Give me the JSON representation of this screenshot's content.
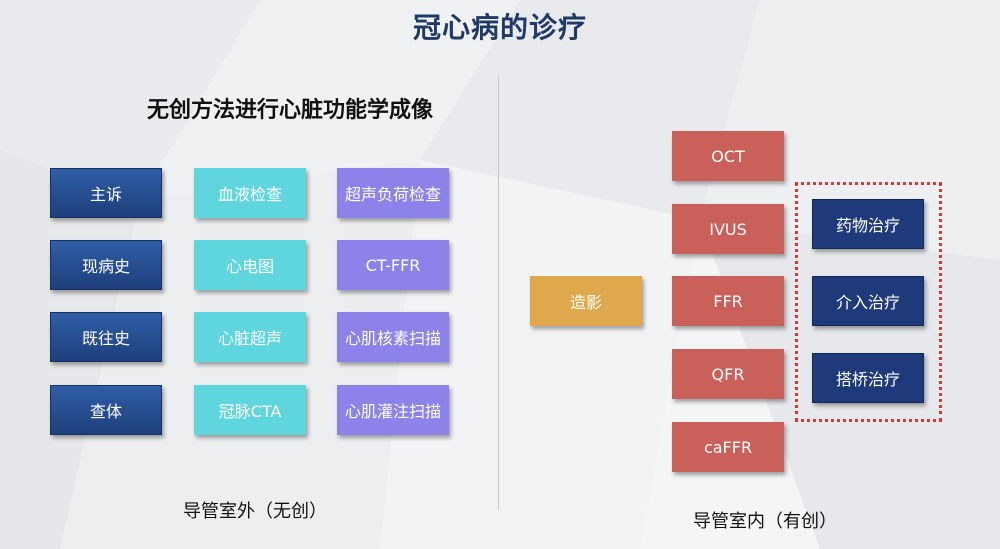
{
  "title": "冠心病的诊疗",
  "left": {
    "heading": "无创方法进行心脏功能学成像",
    "col1": [
      "主诉",
      "现病史",
      "既往史",
      "查体"
    ],
    "col2": [
      "血液检查",
      "心电图",
      "心脏超声",
      "冠脉CTA"
    ],
    "col3": [
      "超声负荷检查",
      "CT-FFR",
      "心肌核素扫描",
      "心肌灌注扫描"
    ],
    "caption": "导管室外（无创）"
  },
  "right": {
    "angiography": "造影",
    "tests": [
      "OCT",
      "IVUS",
      "FFR",
      "QFR",
      "caFFR"
    ],
    "treatments": [
      "药物治疗",
      "介入治疗",
      "搭桥治疗"
    ],
    "caption": "导管室内（有创）"
  },
  "colors": {
    "navy": "#1e3f7b",
    "cyan": "#5fd6dd",
    "purple": "#8c82ea",
    "red": "#c9605a",
    "gold": "#e0a84c",
    "highlight_border": "#d33a3a"
  }
}
